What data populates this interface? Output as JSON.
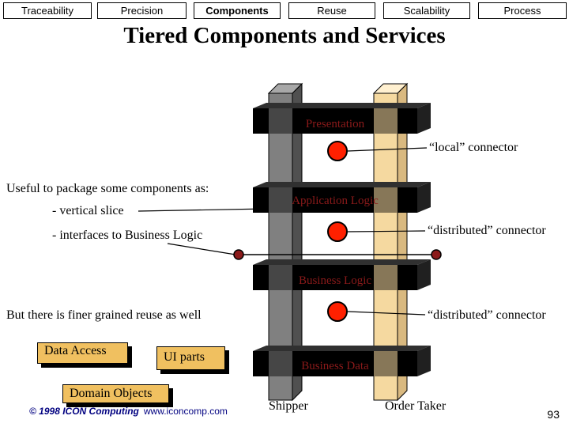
{
  "tabs": [
    {
      "label": "Traceability",
      "active": false
    },
    {
      "label": "Precision",
      "active": false
    },
    {
      "label": "Components",
      "active": true
    },
    {
      "label": "Reuse",
      "active": false
    },
    {
      "label": "Scalability",
      "active": false
    },
    {
      "label": "Process",
      "active": false
    }
  ],
  "title": "Tiered Components and Services",
  "diagram": {
    "tiers": [
      "Presentation",
      "Application Logic",
      "Business Logic",
      "Business Data"
    ],
    "columns": [
      "Shipper",
      "Order Taker"
    ],
    "connectors": {
      "local": "“local” connector",
      "distributed_1": "“distributed” connector",
      "distributed_2": "“distributed” connector"
    }
  },
  "notes": {
    "useful": "Useful to package some components as:",
    "vertical": "- vertical slice",
    "interfaces": "- interfaces to Business Logic",
    "finer": "But there is finer grained reuse as well"
  },
  "boxes": {
    "data_access": "Data Access",
    "ui_parts": "UI parts",
    "domain_objects": "Domain Objects"
  },
  "footer": {
    "copyright": "© 1998 ICON Computing",
    "url": "www.iconcomp.com"
  },
  "page_number": "93",
  "colors": {
    "tier_band": "#000000",
    "tier_text": "#8b1a1a",
    "shipper_column": "#808080",
    "order_taker_column": "#f5d9a0",
    "connector": "#ff2000",
    "box_fill": "#f0c060"
  }
}
